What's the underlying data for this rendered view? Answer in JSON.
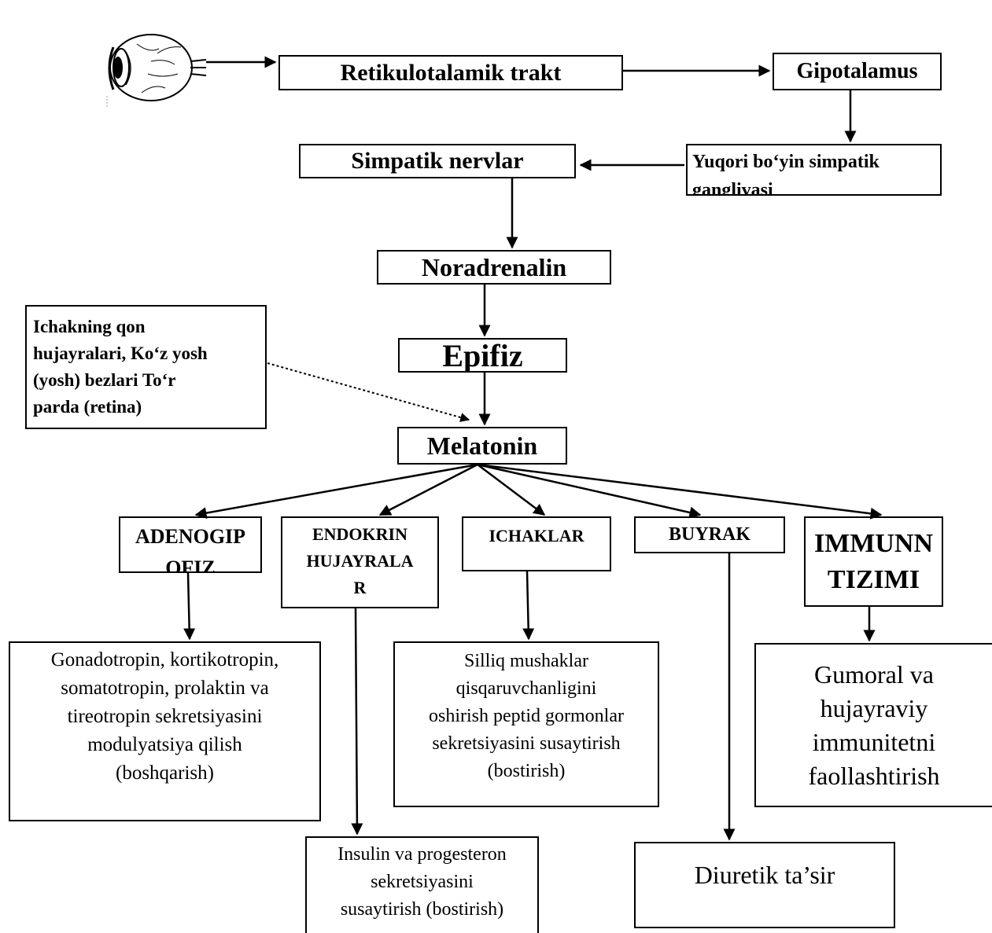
{
  "nodes": {
    "retikulotalamik": "Retikulotalamik trakt",
    "gipotalamus": "Gipotalamus",
    "yuqori_boyin": "Yuqori bo‘yin simpatik ganglivasi",
    "simpatik_nervlar": "Simpatik nervlar",
    "noradrenalin": "Noradrenalin",
    "ichak_bezlar": "Ichakning qon\nhujayralari, Ko‘z yosh\n(yosh) bezlari To‘r\nparda (retina)",
    "epifiz": "Epifiz",
    "melatonin": "Melatonin",
    "adenogipofiz": "ADENOGIP\nOFIZ",
    "endokrin": "ENDOKRIN\nHUJAYRALA\nR",
    "ichaklar": "ICHAKLAR",
    "buyrak": "BUYRAK",
    "immunn": "IMMUNN\nTIZIMI"
  },
  "effects": {
    "adenogipofiz": "Gonadotropin, kortikotropin,\nsomatotropin, prolaktin va\ntireotropin sekretsiyasini\nmodulyatsiya qilish\n(boshqarish)",
    "endokrin": "Insulin va progesteron\nsekretsiyasini\nsusaytirish (bostirish)",
    "ichaklar": "Silliq mushaklar\nqisqaruvchanligini\noshirish peptid gormonlar\nsekretsiyasini susaytirish\n(bostirish)",
    "buyrak": "Diuretik ta’sir",
    "immunn": "Gumoral va\nhujayraviy\nimmunitetni\nfaollashtirish"
  },
  "icons": {
    "eye": "eye-icon"
  }
}
